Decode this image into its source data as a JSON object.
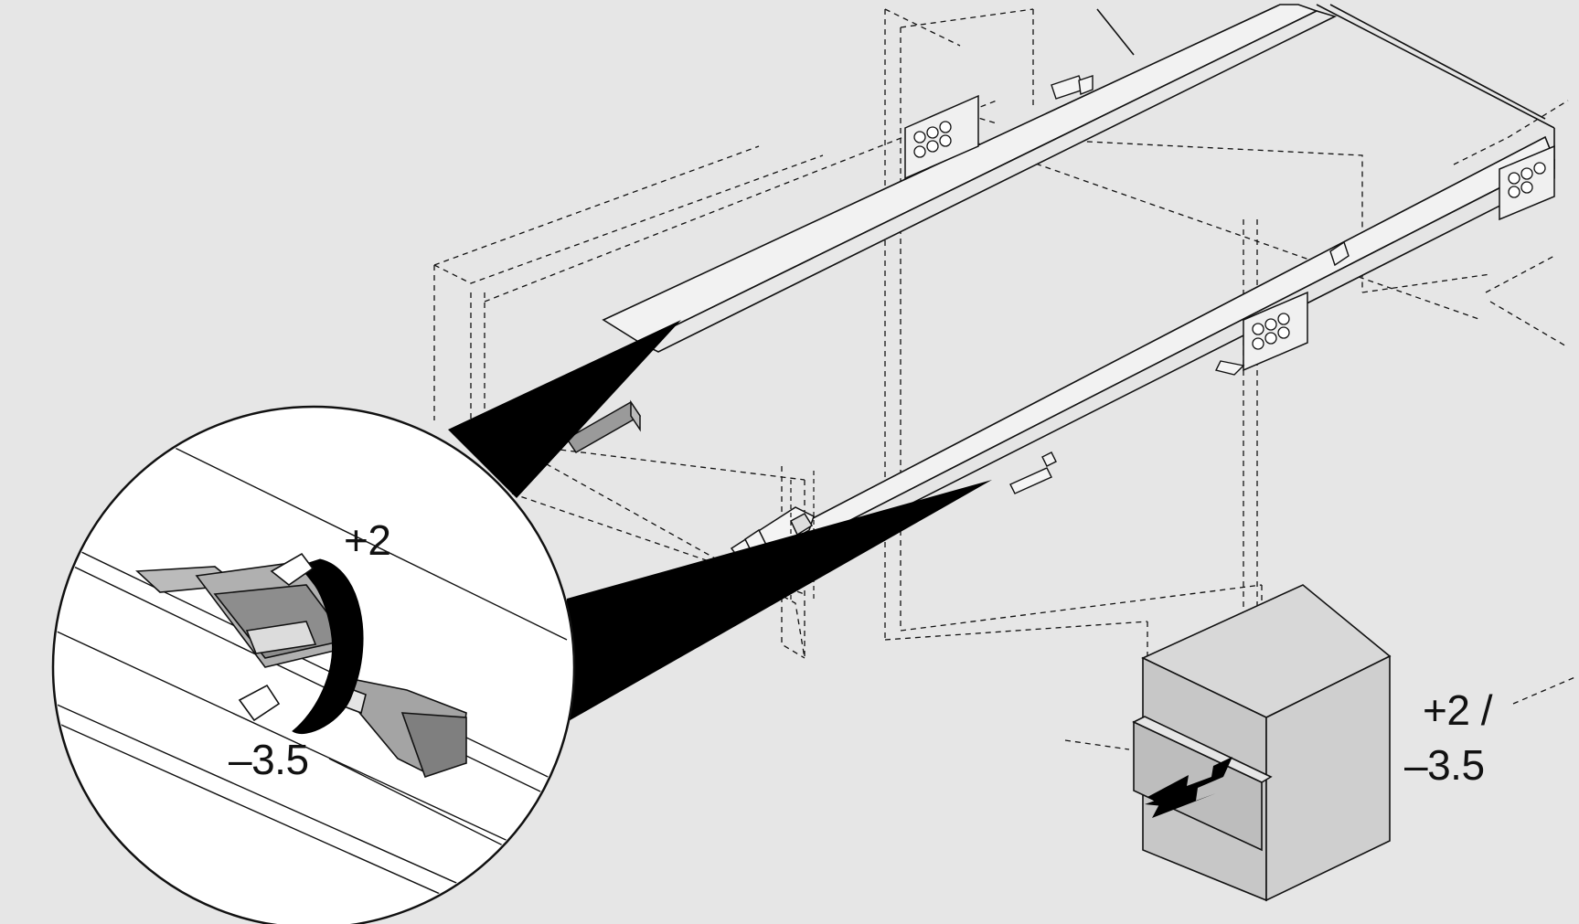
{
  "figure": {
    "zoom_labels": {
      "plus": "+2",
      "minus": "–3.5"
    },
    "cabinet_labels": {
      "plus": "+2 /",
      "minus": "–3.5"
    }
  },
  "colors": {
    "background": "#e6e6e6",
    "line": "#111111",
    "callout": "#000000",
    "part_grey": "#9a9a9a",
    "cabinet_light": "#d4d4d4",
    "cabinet_mid": "#c4c4c4",
    "cabinet_dark": "#bcbcbc"
  },
  "icons": {
    "adjust_arrow": "curved-rotate-arrow-icon",
    "direction_arrow": "double-headed-arrow-icon"
  }
}
